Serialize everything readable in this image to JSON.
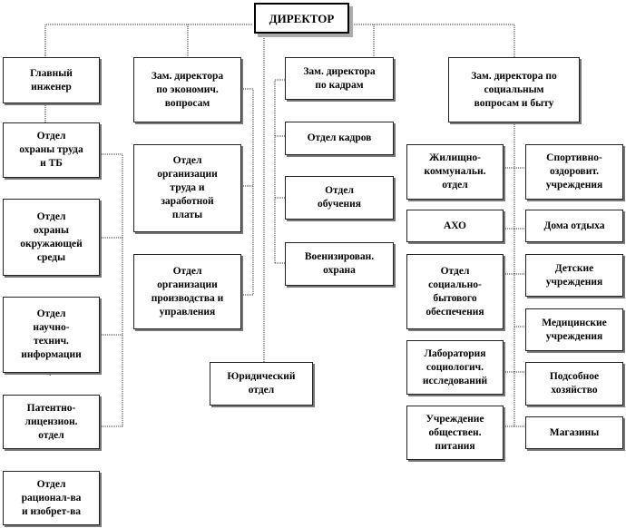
{
  "director": "ДИРЕКТОР",
  "chief_engineer": {
    "title": "Главный\nинженер",
    "units": [
      "Отдел\nохраны труда\nи ТБ",
      "Отдел\nохраны\nокружающей\nсреды",
      "Отдел\nнаучно-\nтехнич.\nинформации",
      "Патентно-\nлицензион.\nотдел",
      "Отдел\nрационал-ва\nи изобрет-ва"
    ]
  },
  "deputy_economic": {
    "title": "Зам. директора\nпо экономич.\nвопросам",
    "units": [
      "Отдел\nорганизации\nтруда и\nзаработной\nплаты",
      "Отдел\nорганизации\nпроизводства и\nуправления"
    ]
  },
  "deputy_hr": {
    "title": "Зам. директора\nпо кадрам",
    "units": [
      "Отдел кадров",
      "Отдел\nобучения",
      "Военизирован.\nохрана"
    ]
  },
  "legal": "Юридический\nотдел",
  "deputy_social": {
    "title": "Зам. директора  по\nсоциальным\nвопросам и быту",
    "left_units": [
      "Жилищно-\nкоммунальн.\nотдел",
      "АХО",
      "Отдел\nсоциально-\nбытового\nобеспечения",
      "Лаборатория\nсоциологич.\nисследований",
      "Учреждение\nобществен.\nпитания"
    ],
    "right_units": [
      "Спортивно-\nоздоровит.\nучреждения",
      "Дома отдыха",
      "Детские\nучреждения",
      "Медицинские\nучреждения",
      "Подсобное\nхозяйство",
      "Магазины"
    ]
  }
}
